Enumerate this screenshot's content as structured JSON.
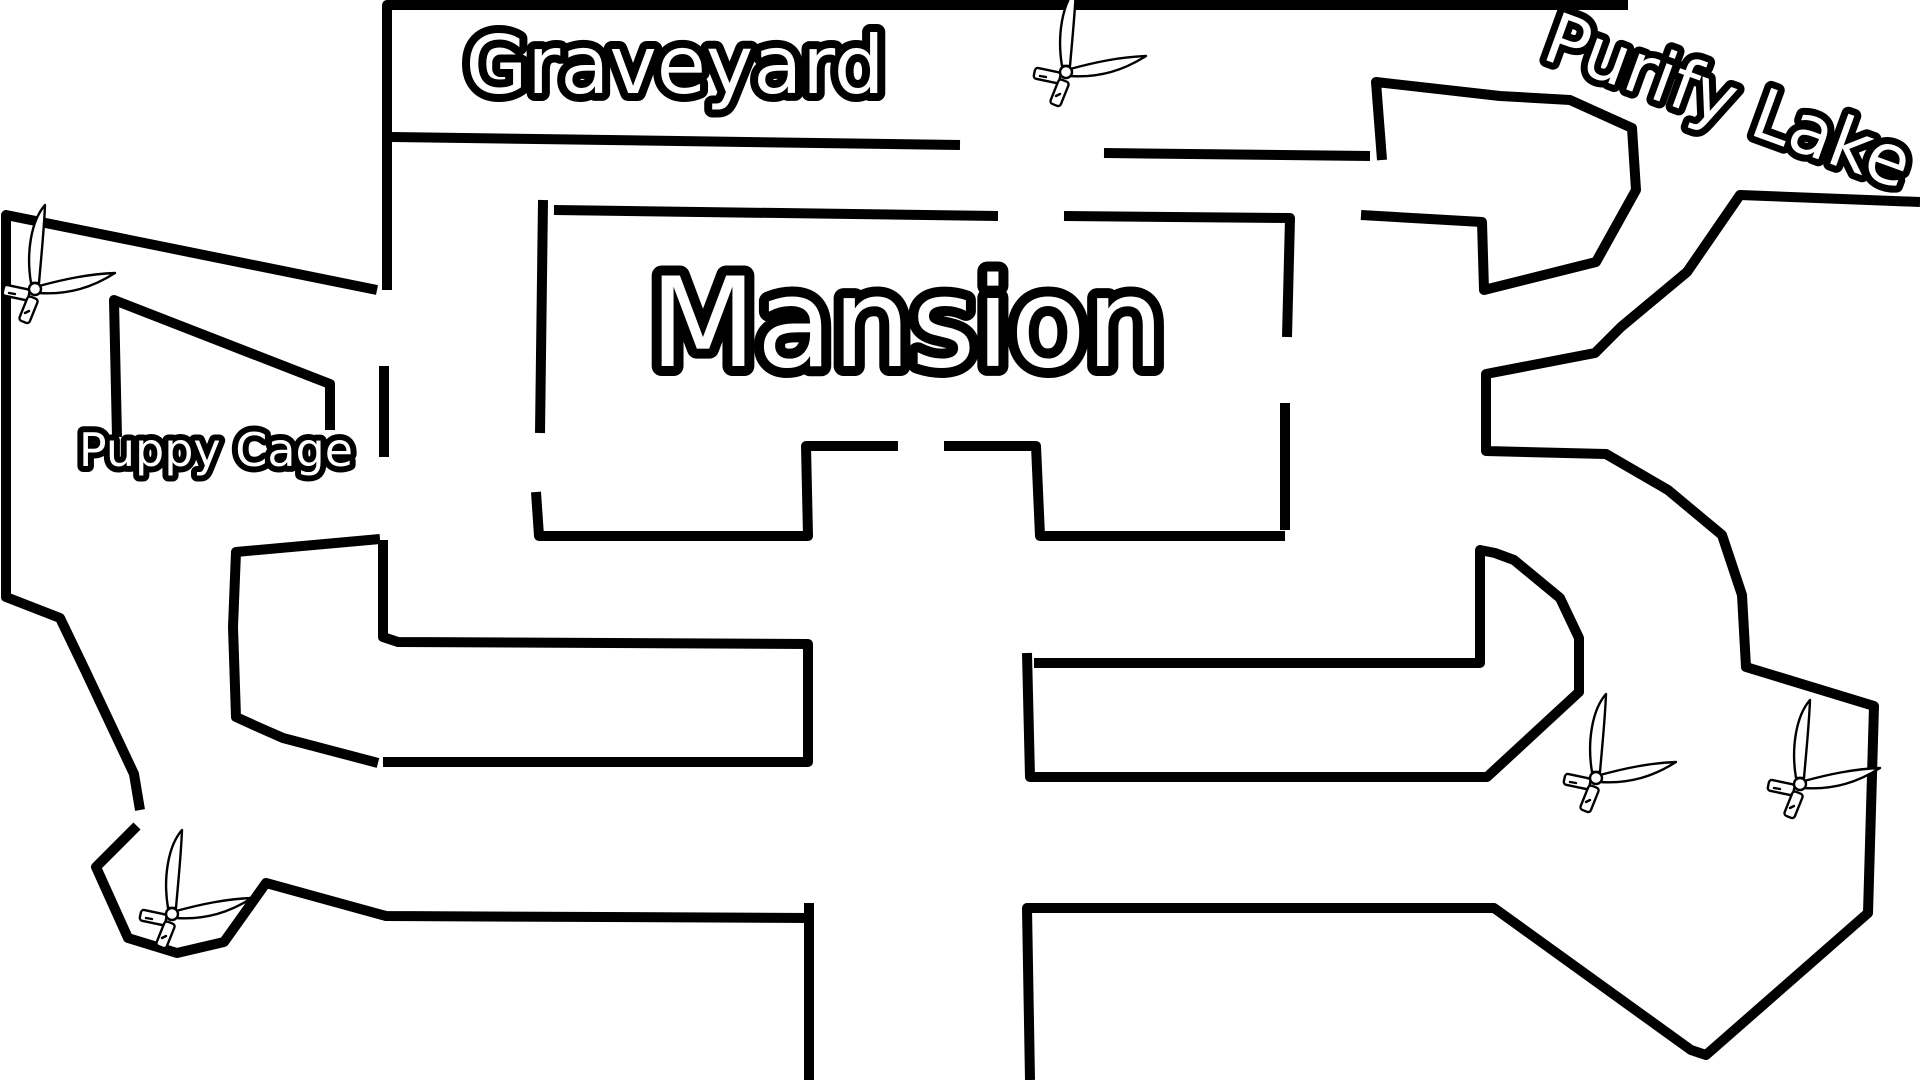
{
  "map": {
    "locations": {
      "graveyard": "Graveyard",
      "mansion": "Mansion",
      "purify_lake": "Purify Lake",
      "puppy_cage": "Puppy Cage"
    },
    "item_icon": "garden-shears-icon",
    "colors": {
      "background": "#ffffff",
      "walls": "#000000",
      "label_fill": "#ffffff",
      "label_outline": "#000000"
    }
  }
}
